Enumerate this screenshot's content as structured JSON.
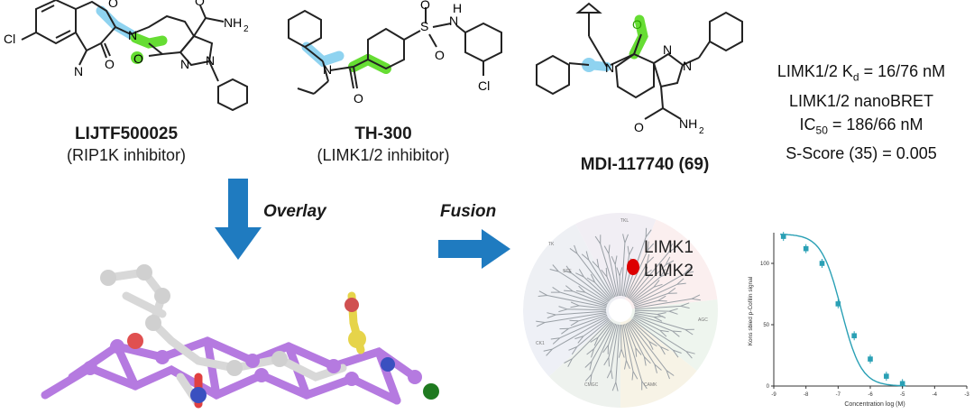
{
  "compounds": [
    {
      "name": "LIJTF500025",
      "subtitle": "(RIP1K inhibitor)"
    },
    {
      "name": "TH-300",
      "subtitle": "(LIMK1/2 inhibitor)"
    },
    {
      "name": "MDI-117740 (69)"
    }
  ],
  "atom_labels": {
    "cl": "Cl",
    "o": "O",
    "n": "N",
    "nh2": "NH",
    "nh": "H",
    "s": "S",
    "two": "2"
  },
  "stats": {
    "line1_prefix": "LIMK1/2 K",
    "line1_sub": "d",
    "line1_suffix": " = 16/76 nM",
    "line2": "LIMK1/2 nanoBRET",
    "line3_prefix": "IC",
    "line3_sub": "50",
    "line3_suffix": " = 186/66 nM",
    "line4": "S-Score (35) = 0.005"
  },
  "steps": {
    "overlay": "Overlay",
    "fusion": "Fusion"
  },
  "kinome": {
    "highlight_labels": [
      "LIMK1",
      "LIMK2"
    ],
    "group_labels": [
      "TK",
      "TKL",
      "STE",
      "CK1",
      "AGC",
      "CAMK",
      "CMGC"
    ]
  },
  "colors": {
    "arrow": "#1f7bc0",
    "highlight_blue": "#8fd3f0",
    "highlight_green": "#66dd33",
    "curve": "#2aa0b5"
  },
  "chart_data": {
    "type": "scatter",
    "xlabel": "Concentration log (M)",
    "ylabel": "Kons sbied p-Cofilin signal",
    "x_ticks": [
      "-9",
      "-8",
      "-7",
      "-6",
      "-5",
      "-4",
      "-3"
    ],
    "y_ticks": [
      "0",
      "50",
      "100"
    ],
    "xlim": [
      -9,
      -3
    ],
    "ylim": [
      0,
      125
    ],
    "x": [
      -8.7,
      -8.0,
      -7.5,
      -7.0,
      -6.5,
      -6.0,
      -5.5,
      -5.0
    ],
    "values": [
      122,
      112,
      100,
      67,
      41,
      22,
      8,
      2
    ],
    "fit": true
  }
}
